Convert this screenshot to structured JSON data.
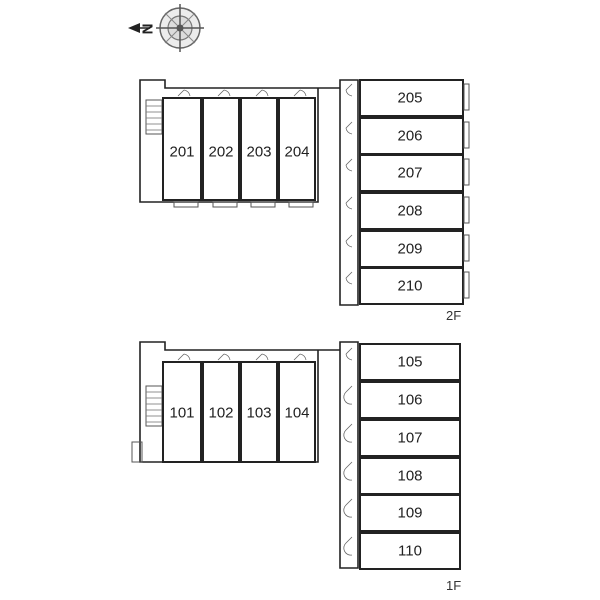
{
  "compass": {
    "north_letter": "N",
    "icon": "compass-rose-icon"
  },
  "floors": [
    {
      "label": "2F",
      "left_units": [
        "201",
        "202",
        "203",
        "204"
      ],
      "right_units": [
        "205",
        "206",
        "207",
        "208",
        "209",
        "210"
      ]
    },
    {
      "label": "1F",
      "left_units": [
        "101",
        "102",
        "103",
        "104"
      ],
      "right_units": [
        "105",
        "106",
        "107",
        "108",
        "109",
        "110"
      ]
    }
  ]
}
